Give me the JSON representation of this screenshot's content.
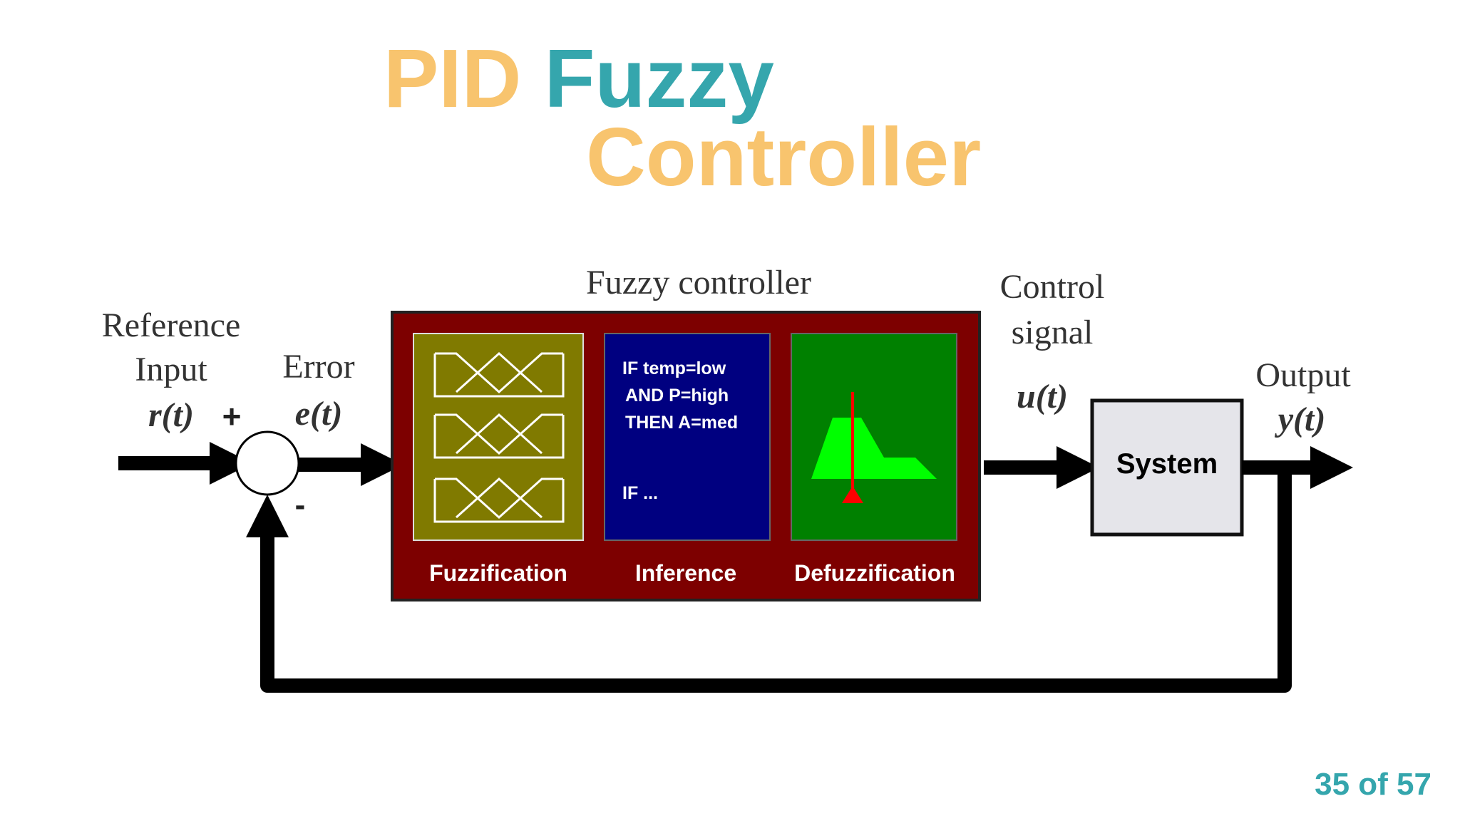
{
  "title": {
    "pid": "PID",
    "fuzzy": "Fuzzy",
    "controller": "Controller"
  },
  "diagram": {
    "fuzzy_controller_label": "Fuzzy controller",
    "reference_input_line1": "Reference",
    "reference_input_line2": "Input",
    "r_t": "r(t)",
    "plus_sign": "+",
    "minus_sign": "-",
    "error_label": "Error",
    "e_t": "e(t)",
    "control_signal_line1": "Control",
    "control_signal_line2": "signal",
    "u_t": "u(t)",
    "output_label": "Output",
    "y_t": "y(t)",
    "system_label": "System",
    "fuzzification_label": "Fuzzification",
    "inference_label": "Inference",
    "defuzzification_label": "Defuzzification",
    "rule_line1": "IF temp=low",
    "rule_line2": "AND P=high",
    "rule_line3": "THEN A=med",
    "rule_line4": "IF ..."
  },
  "colors": {
    "controller_frame": "#7d0000",
    "fuzzification_panel": "#807a00",
    "inference_panel": "#000080",
    "defuzzification_panel": "#008000",
    "defuzz_shape": "#00ff00",
    "defuzz_marker": "#ff0000",
    "system_box": "#e5e5ea",
    "accent_orange": "#f8c46e",
    "accent_teal": "#35a6ad"
  },
  "page_number": "35 of 57"
}
